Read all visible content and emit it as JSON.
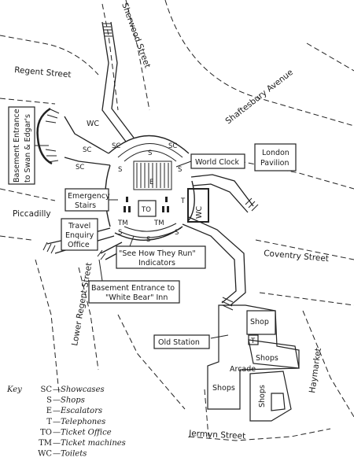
{
  "streets": {
    "sherwood": "Sherwood Street",
    "regent": "Regent Street",
    "shaftesbury": "Shaftesbury Avenue",
    "piccadilly": "Piccadilly",
    "coventry": "Coventry Street",
    "lower_regent": "Lower Regent Street",
    "haymarket": "Haymarket",
    "jermyn": "Jermyn Street"
  },
  "callouts": {
    "basement_swan_1": "Basement Entrance",
    "basement_swan_2": "to Swan & Edgar's",
    "world_clock": "World Clock",
    "london_pavilion_1": "London",
    "london_pavilion_2": "Pavilion",
    "emergency_1": "Emergency",
    "emergency_2": "Stairs",
    "travel_1": "Travel",
    "travel_2": "Enquiry",
    "travel_3": "Office",
    "see_how_1": "\"See How They Run\"",
    "see_how_2": "Indicators",
    "white_bear_1": "Basement Entrance to",
    "white_bear_2": "\"White Bear\" Inn",
    "old_station": "Old Station"
  },
  "labels": {
    "wc": "WC",
    "sc": "SC",
    "s": "S",
    "e": "E",
    "t": "T",
    "to": "TO",
    "tm": "TM",
    "shop": "Shop",
    "shops": "Shops",
    "arcade": "Arcade"
  },
  "key": {
    "heading": "Key",
    "entries": [
      {
        "abbr": "SC",
        "meaning": "Showcases"
      },
      {
        "abbr": "S",
        "meaning": "Shops"
      },
      {
        "abbr": "E",
        "meaning": "Escalators"
      },
      {
        "abbr": "T",
        "meaning": "Telephones"
      },
      {
        "abbr": "TO",
        "meaning": "Ticket Office"
      },
      {
        "abbr": "TM",
        "meaning": "Ticket machines"
      },
      {
        "abbr": "WC",
        "meaning": "Toilets"
      }
    ]
  }
}
